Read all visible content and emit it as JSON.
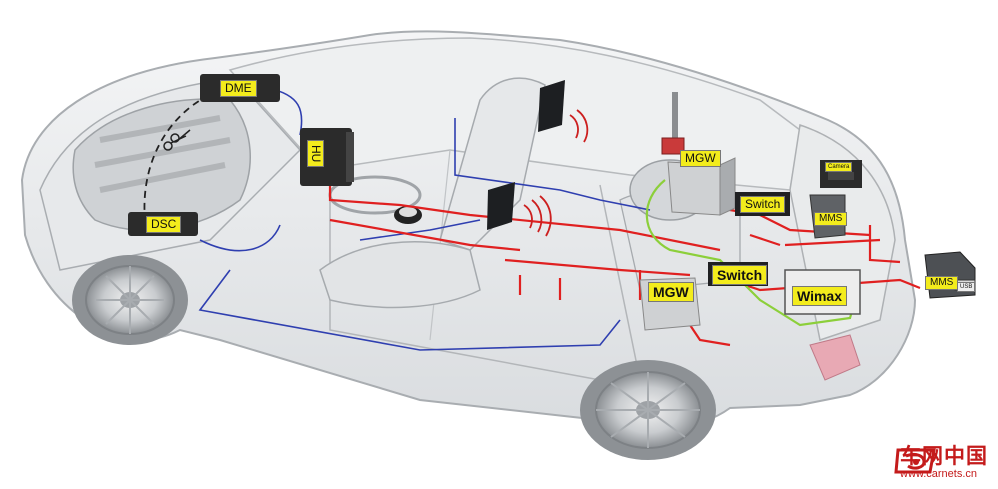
{
  "labels": {
    "dme": "DME",
    "dsc": "DSC",
    "hu": "HU",
    "mgw_top": "MGW",
    "mgw_bottom": "MGW",
    "switch_top": "Switch",
    "switch_bottom": "Switch",
    "wimax": "Wimax",
    "mms_inner": "MMS",
    "mms_outer": "MMS",
    "camera": "Camera",
    "usb": "USB"
  },
  "watermark": {
    "brand": "车网中国",
    "url": "www.carnets.cn"
  },
  "colors": {
    "label_fill": "#f3ec1c",
    "ethernet_red": "#e02020",
    "bus_blue": "#2f3fb0",
    "wireless_green": "#8ccf3a",
    "module_dark": "#2b2b2b",
    "brand_red": "#c41b1b"
  }
}
